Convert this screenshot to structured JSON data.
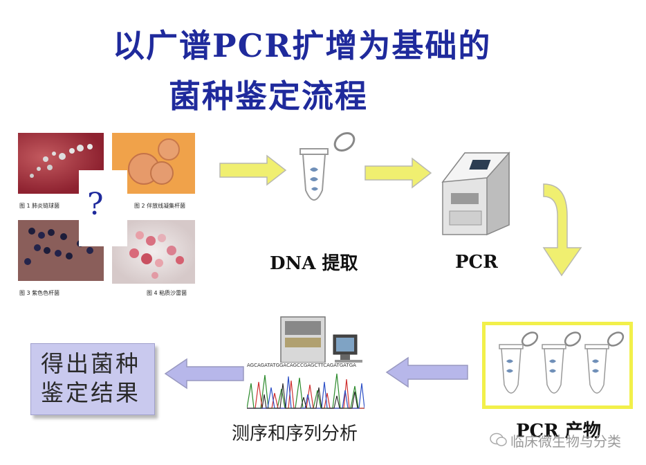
{
  "title": {
    "line1": "以广谱PCR扩增为基础的",
    "line2": "菌种鉴定流程"
  },
  "photos": {
    "captions": [
      "图 1  肺炎链球菌",
      "图 2  伴放线凝集杆菌",
      "图 3  紫色色杆菌",
      "图 4  粘质沙雷菌"
    ],
    "question_mark": "?"
  },
  "steps": {
    "dna_extraction": "DNA 提取",
    "pcr": "PCR",
    "pcr_product": "PCR 产物",
    "sequencing": "测序和序列分析",
    "result": "得出菌种\n鉴定结果"
  },
  "sequence_text": "AGCAGATATGGACAGCCGAGCTTCAGATGATGA",
  "watermark": "临床微生物与分类",
  "colors": {
    "title": "#1f2a9c",
    "yellow_arrow": "#f0ef70",
    "purple_arrow": "#b7b7ea",
    "result_box": "#c9c9ee",
    "product_border": "#f2f04a"
  }
}
